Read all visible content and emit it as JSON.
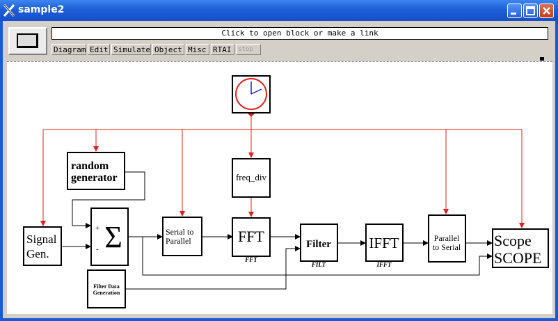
{
  "window": {
    "title": "sample2",
    "icons": {
      "app": "x-logo-icon",
      "minimize": "minimize-icon",
      "maximize": "maximize-icon",
      "close": "close-icon"
    }
  },
  "toolbar": {
    "message": "Click to open block or make a link",
    "menus": [
      {
        "label": "Diagram",
        "enabled": true
      },
      {
        "label": "Edit",
        "enabled": true
      },
      {
        "label": "Simulate",
        "enabled": true
      },
      {
        "label": "Object",
        "enabled": true
      },
      {
        "label": "Misc",
        "enabled": true
      },
      {
        "label": "RTAI",
        "enabled": true
      },
      {
        "label": "stop",
        "enabled": false
      }
    ]
  },
  "diagram": {
    "colors": {
      "event_link": "#e0201a",
      "data_link": "#000000",
      "clock_face": "#e0201a",
      "clock_hands": "#1a20d8"
    },
    "blocks": {
      "clock": {
        "label": ""
      },
      "freq_div": {
        "label": "freq_div"
      },
      "random": {
        "line1": "random",
        "line2": "generator"
      },
      "signal": {
        "line1": "Signal",
        "line2": "Gen."
      },
      "sum": {
        "plus": "+",
        "minus": "-",
        "symbol": "Σ"
      },
      "s2p": {
        "line1": "Serial to",
        "line2": "Parallel"
      },
      "fft": {
        "label": "FFT",
        "caption": "FFT"
      },
      "filter": {
        "label": "Filter",
        "caption": "FILT"
      },
      "ifft": {
        "label": "IFFT",
        "caption": "IFFT"
      },
      "p2s": {
        "line1": "Parallel",
        "line2": "to Serial"
      },
      "scope": {
        "line1": "Scope",
        "line2": "SCOPE"
      },
      "filterdata": {
        "line1": "Filter Data",
        "line2": "Generation"
      }
    }
  }
}
